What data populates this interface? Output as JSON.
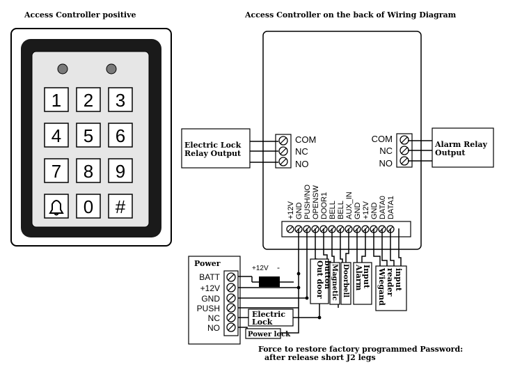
{
  "titles": {
    "left": "Access Controller positive",
    "right": "Access Controller on the back of Wiring Diagram"
  },
  "keypad": {
    "keys": [
      "1",
      "2",
      "3",
      "4",
      "5",
      "6",
      "7",
      "8",
      "9",
      "bell",
      "0",
      "#"
    ],
    "bell_icon": "bell-icon"
  },
  "lock_relay": {
    "box_label_line1": "Electric Lock",
    "box_label_line2": "Relay Output",
    "terminals": [
      "COM",
      "NC",
      "NO"
    ]
  },
  "alarm_relay": {
    "box_label_line1": "Alarm Relay",
    "box_label_line2": "Output",
    "terminals": [
      "COM",
      "NC",
      "NO"
    ]
  },
  "main_terminals": [
    "+12V",
    "GND",
    "PUSH/NO",
    "OPENSW",
    "DOOR1",
    "BELL",
    "BELL",
    "AUX_IN",
    "GND",
    "+12V",
    "GND",
    "DATA0",
    "DATA1"
  ],
  "power": {
    "title": "Power",
    "terminals": [
      "BATT",
      "+12V",
      "GND",
      "PUSH",
      "NC",
      "NO"
    ],
    "battery_plus": "+12V",
    "battery_minus": "-"
  },
  "devices": {
    "electric_lock_line1": "Electric",
    "electric_lock_line2": "Lock",
    "power_lock": "Power lock",
    "out_door_button_line1": "Out door",
    "out_door_button_line2": "button",
    "magnetic": "Magnetic",
    "doorbell": "Doorbell",
    "alarm_input_line1": "Alarm",
    "alarm_input_line2": "Input",
    "wiegand_line1": "Wiegand",
    "wiegand_line2": "reader",
    "wiegand_line3": "input"
  },
  "footer": {
    "line1": "Force to restore factory programmed Password:",
    "line2": "after  release  short J2 legs"
  }
}
